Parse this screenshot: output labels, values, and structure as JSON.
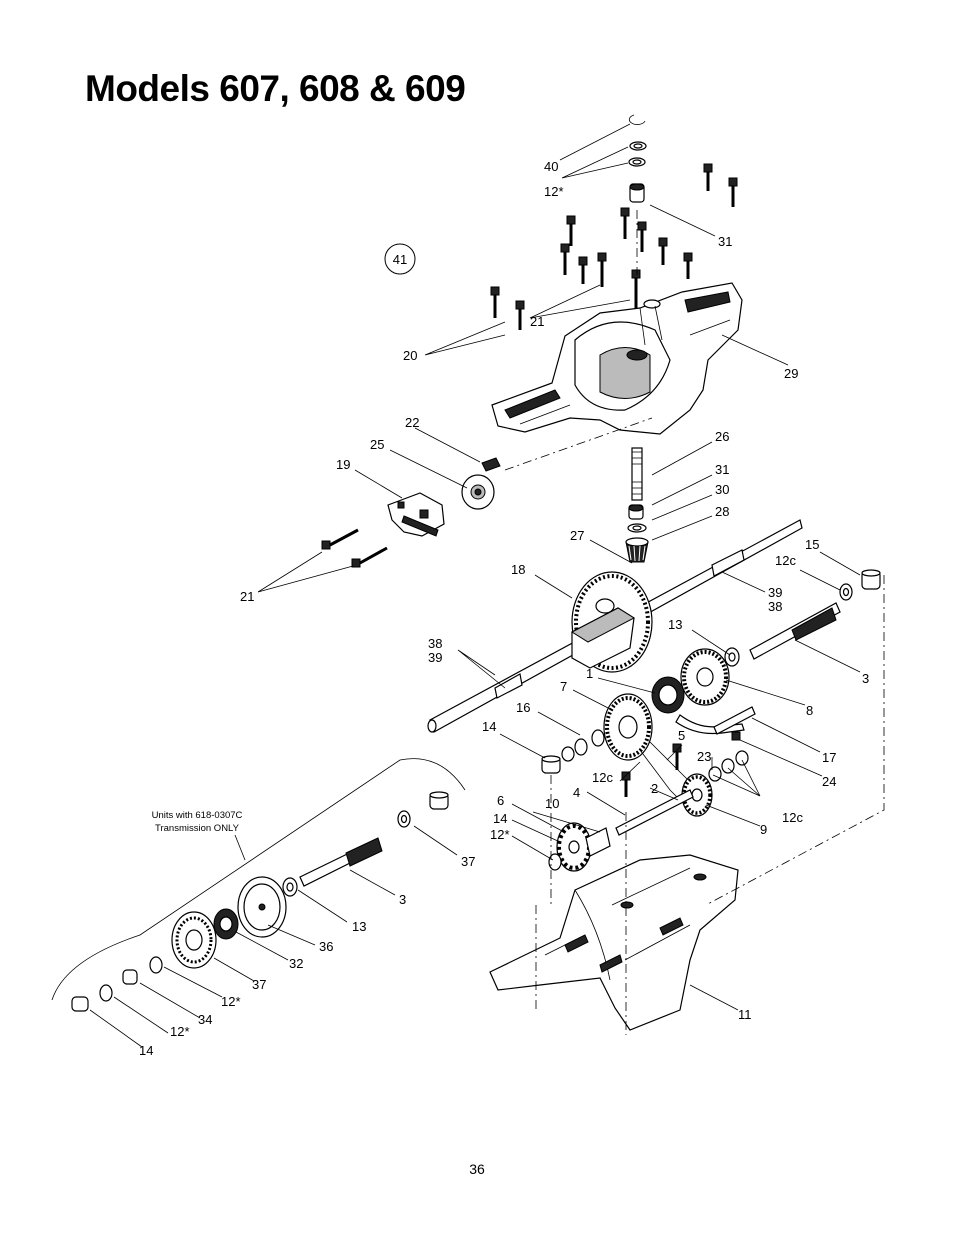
{
  "title": "Models 607, 608 & 609",
  "page_number": "36",
  "note": {
    "line1": "Units with 618-0307C",
    "line2": "Transmission ONLY"
  },
  "callouts": {
    "c40": "40",
    "c12a": "12*",
    "c31a": "31",
    "c41": "41",
    "c20": "20",
    "c21a": "21",
    "c29": "29",
    "c22": "22",
    "c25": "25",
    "c19": "19",
    "c26": "26",
    "c31b": "31",
    "c30": "30",
    "c28": "28",
    "c27": "27",
    "c15": "15",
    "c12c_a": "12c",
    "c18": "18",
    "c39a": "39",
    "c38a": "38",
    "c21b": "21",
    "c13a": "13",
    "c3a": "3",
    "c38b": "38",
    "c39b": "39",
    "c1": "1",
    "c7": "7",
    "c8": "8",
    "c16": "16",
    "c14a": "14",
    "c17": "17",
    "c5": "5",
    "c23": "23",
    "c24": "24",
    "c12c_b": "12c",
    "c4": "4",
    "c2": "2",
    "c12c_c": "12c",
    "c6": "6",
    "c14b": "14",
    "c12b": "12*",
    "c10": "10",
    "c9": "9",
    "c37a": "37",
    "c3b": "3",
    "c13b": "13",
    "c36": "36",
    "c32": "32",
    "c37b": "37",
    "c12d": "12*",
    "c34": "34",
    "c12e": "12*",
    "c14c": "14",
    "c11": "11"
  }
}
